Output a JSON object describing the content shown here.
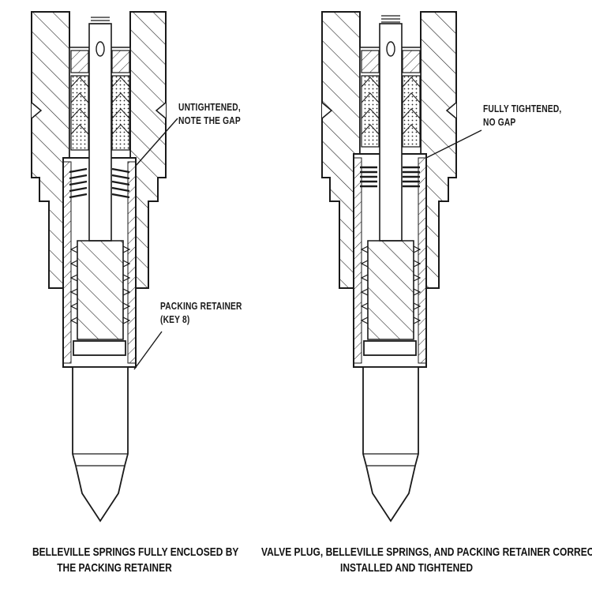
{
  "left_view": {
    "callouts": {
      "gap": {
        "line1": "UNTIGHTENED,",
        "line2": "NOTE THE GAP"
      },
      "retainer": {
        "line1": "PACKING RETAINER",
        "line2": "(KEY 8)"
      }
    },
    "caption": {
      "line1": "BELLEVILLE SPRINGS FULLY ENCLOSED BY",
      "line2": "THE PACKING RETAINER"
    }
  },
  "right_view": {
    "callouts": {
      "gap": {
        "line1": "FULLY TIGHTENED,",
        "line2": "NO GAP"
      }
    },
    "caption": {
      "line1": "VALVE PLUG, BELLEVILLE SPRINGS, AND PACKING RETAINER CORRECTLY",
      "line2": "INSTALLED AND TIGHTENED"
    }
  },
  "colors": {
    "ink": "#1a1a1a",
    "paper": "#ffffff"
  }
}
